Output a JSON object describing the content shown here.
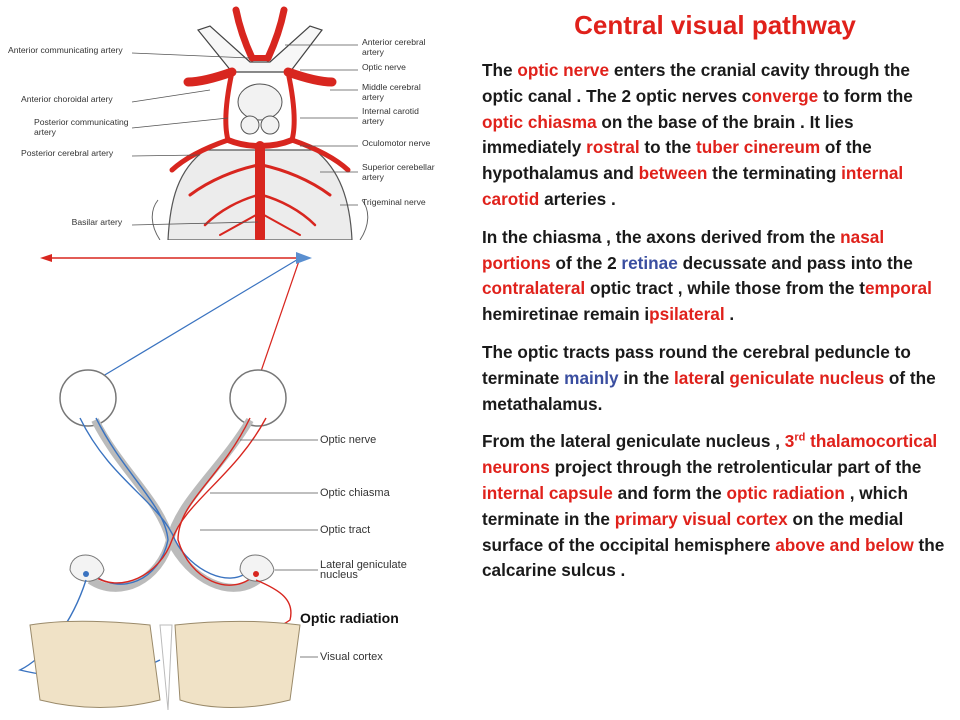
{
  "title": "Central visual pathway",
  "colors": {
    "red": "#e0211b",
    "blue": "#3a4ea0",
    "artery": "#d8261f",
    "text": "#1a1a1a"
  },
  "top_labels_left": [
    "Anterior communicating artery",
    "Anterior choroidal artery",
    "Posterior communicating artery",
    "Posterior cerebral artery",
    "Basilar artery"
  ],
  "top_labels_right": [
    [
      "Anterior cerebral",
      "artery"
    ],
    [
      "Optic nerve"
    ],
    [
      "Middle cerebral",
      "artery"
    ],
    [
      "Internal carotid",
      "artery"
    ],
    [
      "Oculomotor nerve"
    ],
    [
      "Superior cerebellar",
      "artery"
    ],
    [
      "Trigeminal nerve"
    ]
  ],
  "bottom_labels": [
    "Optic nerve",
    "Optic chiasma",
    "Optic tract",
    "Lateral geniculate",
    "nucleus",
    "Visual cortex"
  ],
  "optic_radiation_label": "Optic radiation",
  "paragraphs": [
    [
      {
        "t": "The "
      },
      {
        "t": "optic nerve",
        "c": "r"
      },
      {
        "t": " enters the cranial cavity through the optic canal . The 2 optic nerves c"
      },
      {
        "t": "onverge",
        "c": "r"
      },
      {
        "t": " to form the "
      },
      {
        "t": "optic chiasma",
        "c": "r"
      },
      {
        "t": " on the base of the brain . It lies immediately "
      },
      {
        "t": "rostral",
        "c": "r"
      },
      {
        "t": " to the "
      },
      {
        "t": "tuber cinereum",
        "c": "r"
      },
      {
        "t": " of the hypothalamus and "
      },
      {
        "t": "between",
        "c": "r"
      },
      {
        "t": " the terminating "
      },
      {
        "t": "internal carotid",
        "c": "r"
      },
      {
        "t": " arteries ."
      }
    ],
    [
      {
        "t": "In the chiasma , the axons derived from the "
      },
      {
        "t": "nasal portions",
        "c": "r"
      },
      {
        "t": " of the 2 "
      },
      {
        "t": "retinae",
        "c": "b"
      },
      {
        "t": " decussate and pass into the "
      },
      {
        "t": "contralateral",
        "c": "r"
      },
      {
        "t": " optic tract , while those from the t"
      },
      {
        "t": "emporal",
        "c": "r"
      },
      {
        "t": " hemiretinae remain i"
      },
      {
        "t": "psilateral",
        "c": "r"
      },
      {
        "t": " ."
      }
    ],
    [
      {
        "t": "The optic tracts pass round the cerebral peduncle to terminate "
      },
      {
        "t": "mainly",
        "c": "b"
      },
      {
        "t": " in the "
      },
      {
        "t": "later",
        "c": "r"
      },
      {
        "t": "al "
      },
      {
        "t": "geniculate nucleus",
        "c": "r"
      },
      {
        "t": " of the metathalamus."
      }
    ],
    [
      {
        "t": "From the lateral geniculate nucleus , "
      },
      {
        "t": "3",
        "c": "r"
      },
      {
        "t": "rd",
        "c": "r",
        "sup": true
      },
      {
        "t": " "
      },
      {
        "t": "thalamocortical neurons",
        "c": "r"
      },
      {
        "t": " project through the retrolenticular part of the "
      },
      {
        "t": "internal capsule",
        "c": "r"
      },
      {
        "t": " and form the "
      },
      {
        "t": "optic radiation",
        "c": "r"
      },
      {
        "t": " , which terminate in the "
      },
      {
        "t": "primary visual cortex",
        "c": "r"
      },
      {
        "t": " on the medial surface of the occipital hemisphere "
      },
      {
        "t": "above and  below",
        "c": "r"
      },
      {
        "t": " the calcarine sulcus ."
      }
    ]
  ]
}
